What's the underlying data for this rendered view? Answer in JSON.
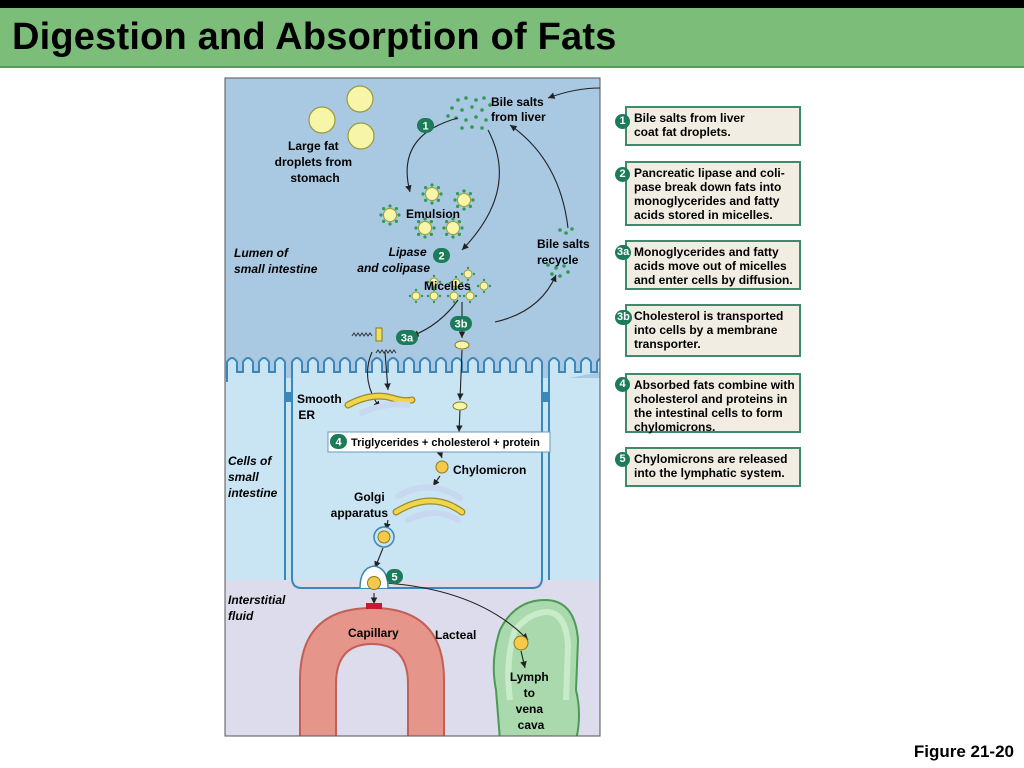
{
  "slide": {
    "title": "Digestion and Absorption of Fats",
    "figure": "Figure 21-20"
  },
  "diagram": {
    "labels": {
      "large_fat": [
        "Large fat",
        "droplets from",
        "stomach"
      ],
      "bile_salts_liver": [
        "Bile salts",
        "from liver"
      ],
      "emulsion": "Emulsion",
      "lumen": [
        "Lumen of",
        "small intestine"
      ],
      "lipase": [
        "Lipase",
        "and colipase"
      ],
      "bile_recycle": [
        "Bile salts",
        "recycle"
      ],
      "micelles": "Micelles",
      "smooth_er": [
        "Smooth",
        "ER"
      ],
      "triglycerides": "Triglycerides + cholesterol + protein",
      "chylomicron": "Chylomicron",
      "cells": [
        "Cells of",
        "small",
        "intestine"
      ],
      "golgi": [
        "Golgi",
        "apparatus"
      ],
      "interstitial": [
        "Interstitial",
        "fluid"
      ],
      "capillary": "Capillary",
      "lacteal": "Lacteal",
      "lymph": [
        "Lymph",
        "to",
        "vena",
        "cava"
      ]
    },
    "badges": {
      "b1": "1",
      "b2": "2",
      "b3a": "3a",
      "b3b": "3b",
      "b4": "4",
      "b5": "5"
    }
  },
  "steps": [
    {
      "num": "1",
      "text": "Bile salts from liver\ncoat fat droplets."
    },
    {
      "num": "2",
      "text": "Pancreatic lipase and coli-\npase break down fats into\nmonoglycerides and fatty\nacids stored in micelles."
    },
    {
      "num": "3a",
      "text": "Monoglycerides and fatty\nacids move out of micelles\nand enter cells by diffusion."
    },
    {
      "num": "3b",
      "text": "Cholesterol is transported\ninto cells by a membrane\ntransporter."
    },
    {
      "num": "4",
      "text": "Absorbed fats combine with\ncholesterol and proteins in\nthe intestinal cells to form\nchylomicrons."
    },
    {
      "num": "5",
      "text": "Chylomicrons are released\ninto the lymphatic system."
    }
  ],
  "colors": {
    "lumen": "#a9c8e2",
    "cell": "#c9e4f3",
    "interstitial": "#dcdcec",
    "fat": "#f6f5a8",
    "bile": "#2f9a50",
    "badge": "#1c7b58",
    "capillary": "#e6958a",
    "lacteal": "#a9d9ad"
  }
}
